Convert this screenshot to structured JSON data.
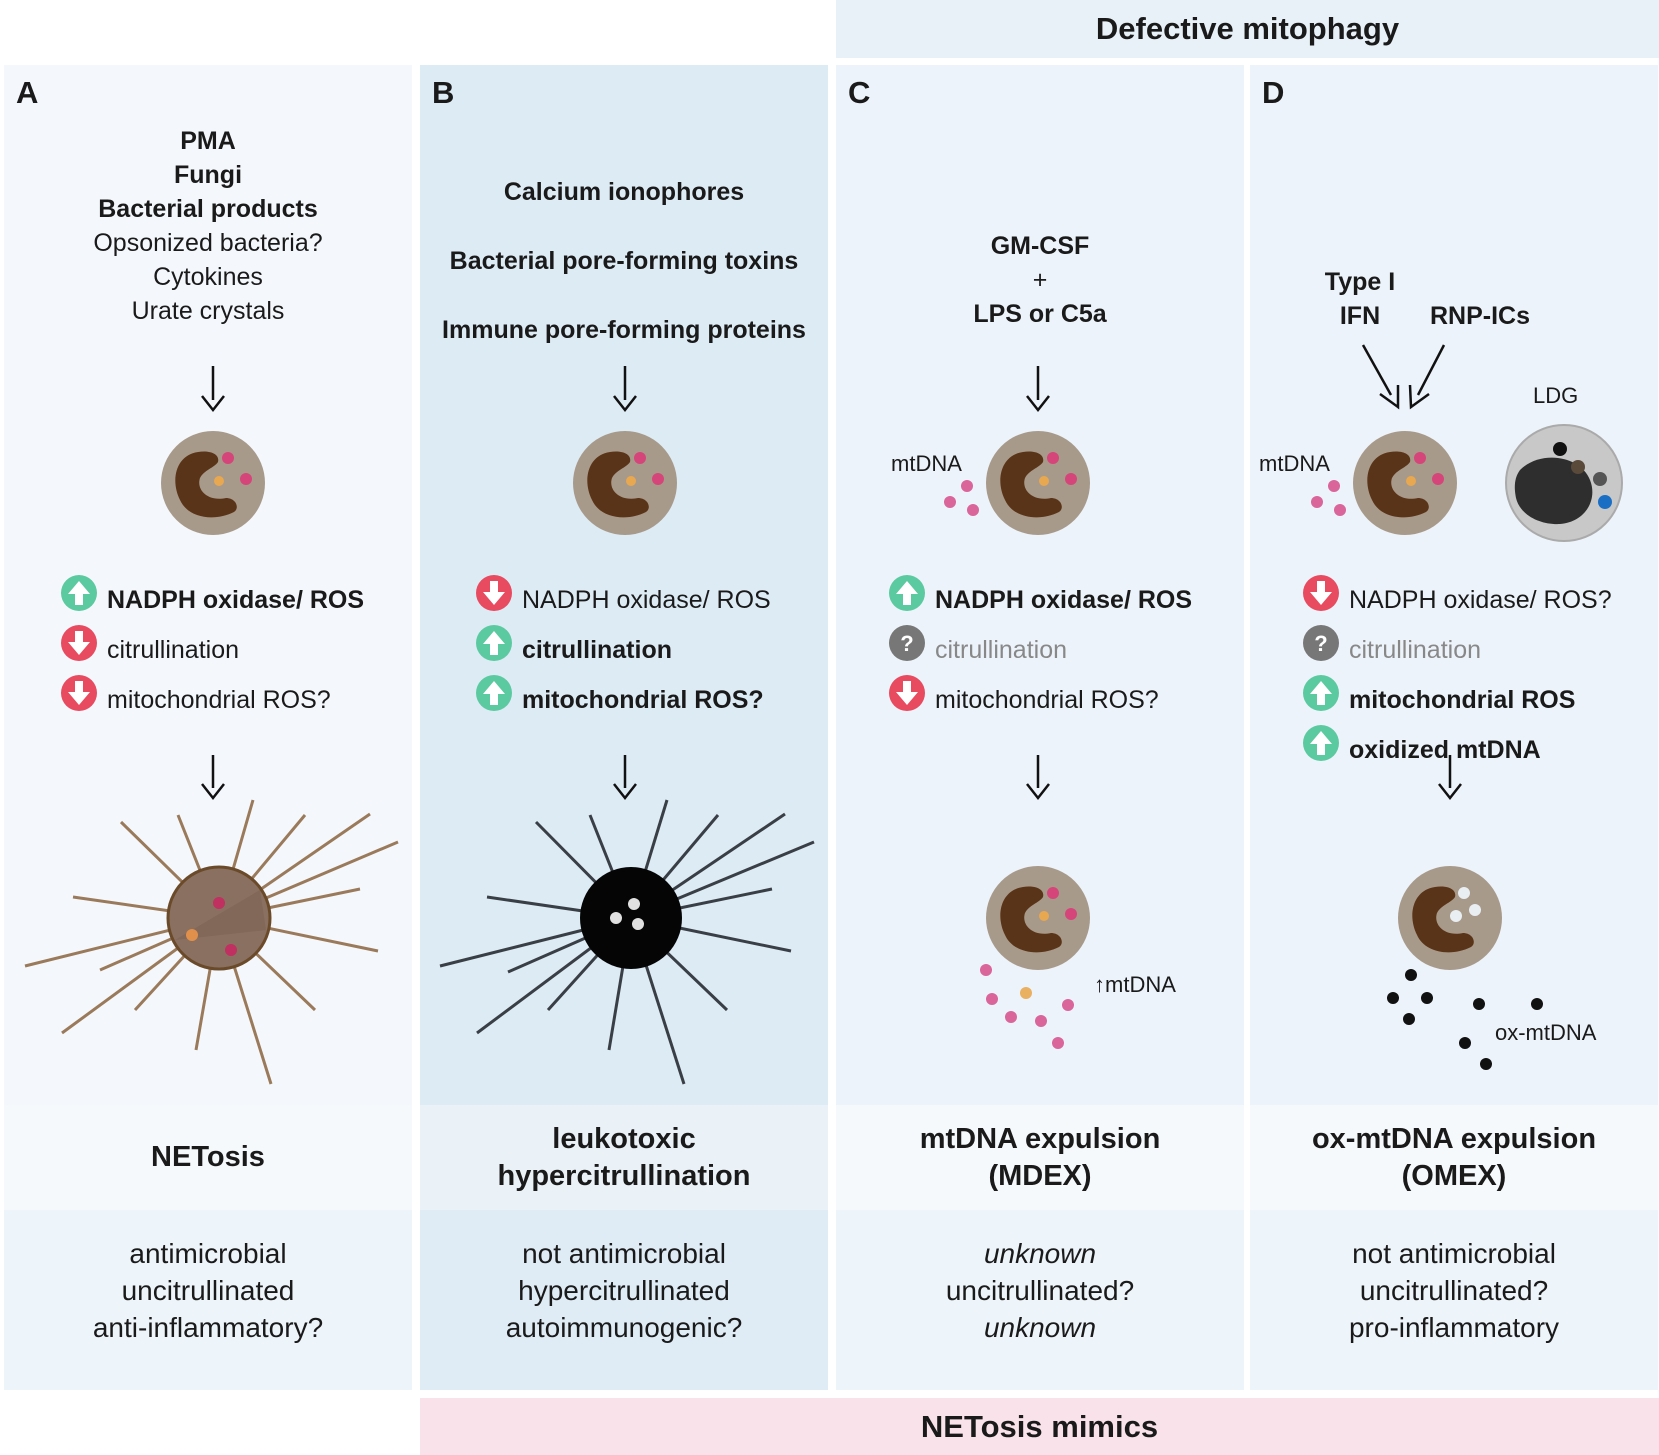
{
  "banners": {
    "top": "Defective mitophagy",
    "bottom": "NETosis mimics"
  },
  "panels": {
    "a": {
      "letter": "A",
      "stimuli": [
        "PMA",
        "Fungi",
        "Bacterial products",
        "Opsonized bacteria?",
        "Cytokines",
        "Urate crystals"
      ],
      "indicators": [
        {
          "dir": "up",
          "text": "NADPH oxidase/ ROS"
        },
        {
          "dir": "down",
          "text": "citrullination"
        },
        {
          "dir": "down",
          "text": "mitochondrial ROS?"
        }
      ],
      "name": "NETosis",
      "properties": [
        "antimicrobial",
        "uncitrullinated",
        "anti-inflammatory?"
      ]
    },
    "b": {
      "letter": "B",
      "stimuli": [
        "Calcium ionophores",
        "Bacterial pore-forming toxins",
        "Immune pore-forming proteins"
      ],
      "indicators": [
        {
          "dir": "down",
          "text": "NADPH oxidase/ ROS"
        },
        {
          "dir": "up",
          "text": "citrullination"
        },
        {
          "dir": "up",
          "text": "mitochondrial ROS?"
        }
      ],
      "name": [
        "leukotoxic",
        "hypercitrullination"
      ],
      "properties": [
        "not antimicrobial",
        "hypercitrullinated",
        "autoimmunogenic?"
      ]
    },
    "c": {
      "letter": "C",
      "stimuli": [
        "GM-CSF",
        "+",
        "LPS or C5a"
      ],
      "mtdna_label": "mtDNA",
      "indicators": [
        {
          "dir": "up",
          "text": "NADPH oxidase/ ROS"
        },
        {
          "dir": "unknown",
          "text": "citrullination"
        },
        {
          "dir": "down",
          "text": "mitochondrial ROS?"
        }
      ],
      "released_label": "mtDNA",
      "name": [
        "mtDNA expulsion",
        "(MDEX)"
      ],
      "properties": [
        "unknown",
        "uncitrullinated?",
        "unknown"
      ]
    },
    "d": {
      "letter": "D",
      "stimuli": [
        "Type I",
        "IFN",
        "RNP-ICs"
      ],
      "mtdna_label": "mtDNA",
      "ldg_label": "LDG",
      "indicators": [
        {
          "dir": "down",
          "text": "NADPH oxidase/ ROS?"
        },
        {
          "dir": "unknown",
          "text": "citrullination"
        },
        {
          "dir": "up",
          "text": "mitochondrial ROS"
        },
        {
          "dir": "up",
          "text": "oxidized mtDNA"
        }
      ],
      "released_label": "ox-mtDNA",
      "name": [
        "ox-mtDNA expulsion",
        "(OMEX)"
      ],
      "properties": [
        "not antimicrobial",
        "uncitrullinated?",
        "pro-inflammatory"
      ]
    }
  },
  "colors": {
    "up": "#5ccaa0",
    "down": "#e84a5f",
    "unknown": "#777777",
    "cell": "#a89a8a",
    "nucleus": "#5a3418",
    "granule": "#d6457a",
    "mito": "#e8a850",
    "mtdna_dot": "#d9659a"
  }
}
